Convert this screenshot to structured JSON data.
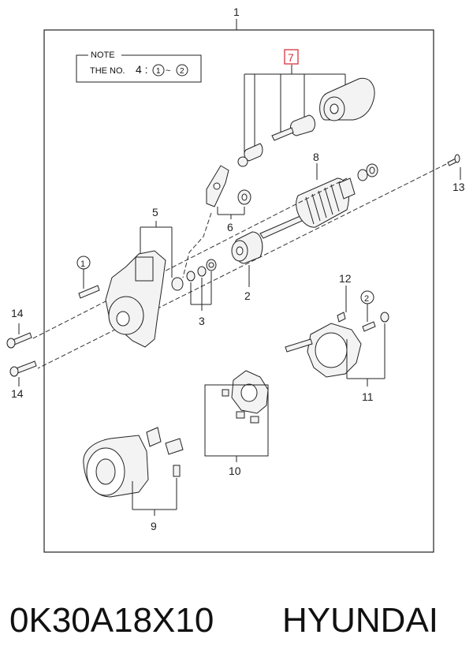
{
  "diagram": {
    "top_label": "1",
    "note": {
      "title": "NOTE",
      "text_prefix": "THE NO.",
      "text_value": "4 :",
      "circle_a": "1",
      "tilde": "~",
      "circle_b": "2"
    },
    "callouts": {
      "c2": "2",
      "c3": "3",
      "c5": "5",
      "c6": "6",
      "c7": "7",
      "c8": "8",
      "c9": "9",
      "c10": "10",
      "c11": "11",
      "c12": "12",
      "c13": "13",
      "c14a": "14",
      "c14b": "14",
      "circ1": "1",
      "circ2": "2"
    },
    "colors": {
      "highlight": "#d9333f",
      "line": "#222222"
    }
  },
  "caption": {
    "part_number": "0K30A18X10",
    "brand": "HYUNDAI"
  }
}
